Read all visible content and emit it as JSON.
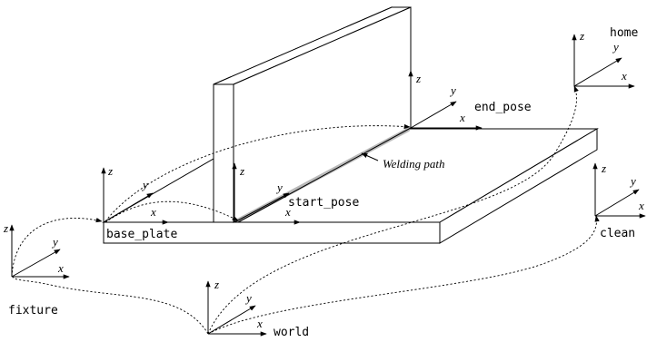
{
  "labels": {
    "home": "home",
    "end_pose": "end_pose",
    "start_pose": "start_pose",
    "base_plate": "base_plate",
    "clean": "clean",
    "fixture": "fixture",
    "world": "world",
    "welding_path": "Welding path"
  },
  "axis_letters": {
    "x": "x",
    "y": "y",
    "z": "z"
  },
  "icons": {
    "arrowhead": "arrowhead-icon",
    "welding_path_arrow": "arrow-icon"
  }
}
